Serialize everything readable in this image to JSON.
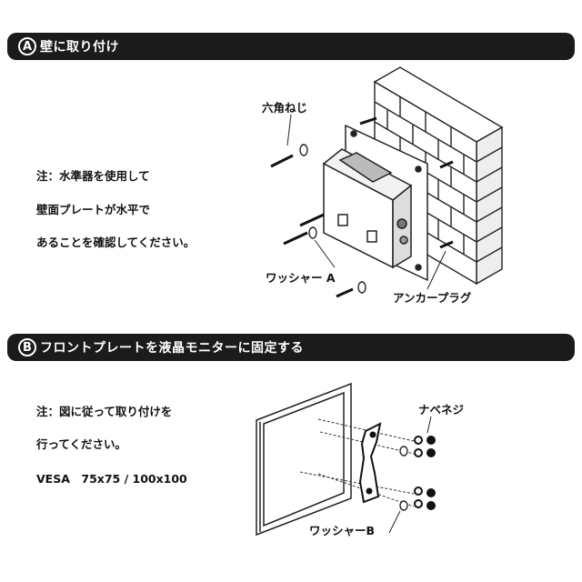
{
  "section_a": {
    "badge": "A",
    "title": "壁に取り付け",
    "note_lines": [
      "注：水準器を使用して",
      "壁面プレートが水平で",
      "あることを確認してください。"
    ],
    "labels": {
      "hex_screw": "六角ねじ",
      "washer_a": "ワッシャー A",
      "anchor_plug": "アンカープラグ"
    }
  },
  "section_b": {
    "badge": "B",
    "title": "フロントプレートを液晶モニターに固定する",
    "note_lines": [
      "注：図に従って取り付けを",
      "行ってください。"
    ],
    "vesa": "VESA　75x75 / 100x100",
    "labels": {
      "nabe_screw": "ナベネジ",
      "washer_b": "ワッシャーB"
    }
  }
}
